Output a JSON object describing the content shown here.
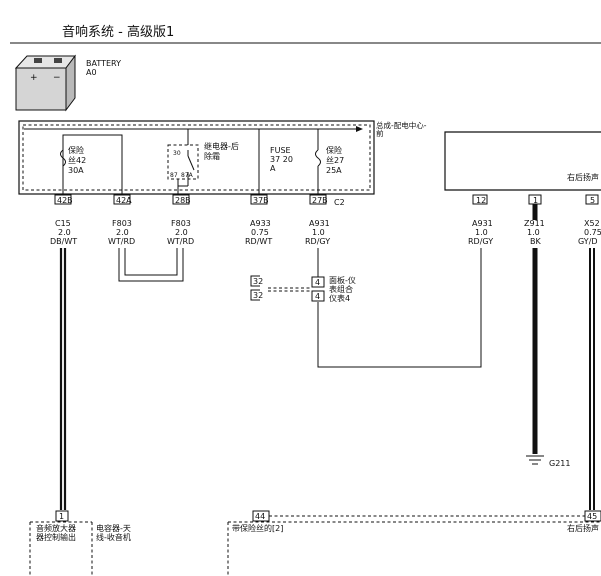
{
  "title": "音响系统 - 高级版1",
  "battery": {
    "name": "BATTERY",
    "code": "A0"
  },
  "distribution_center": {
    "label_line1": "总成-配电中心-",
    "label_line2": "前",
    "connector": "C2"
  },
  "components": {
    "fuse42": {
      "line1": "保险",
      "line2": "丝42",
      "line3": "30A"
    },
    "relay": {
      "line1": "继电器-后",
      "line2": "除霜",
      "pin30": "30",
      "pin87": "87",
      "pin87a": "87A"
    },
    "fuse3720": {
      "line1": "FUSE",
      "line2": "37 20",
      "line3": "A"
    },
    "fuse27": {
      "line1": "保险",
      "line2": "丝27",
      "line3": "25A"
    }
  },
  "rear_module": {
    "label": "右后扬声"
  },
  "pins": {
    "p42b": "42B",
    "p42a": "42A",
    "p28b": "28B",
    "p37b": "37B",
    "p27b": "27B",
    "p12": "12",
    "p1": "1",
    "p5": "5",
    "p32a": "32",
    "p32b": "32",
    "p4a": "4",
    "p4b": "4",
    "p1bot": "1",
    "p44": "44",
    "p45": "45"
  },
  "wires": {
    "c15": {
      "id": "C15",
      "gauge": "2.0",
      "color": "DB/WT"
    },
    "f803a": {
      "id": "F803",
      "gauge": "2.0",
      "color": "WT/RD"
    },
    "f803b": {
      "id": "F803",
      "gauge": "2.0",
      "color": "WT/RD"
    },
    "a933": {
      "id": "A933",
      "gauge": "0.75",
      "color": "RD/WT"
    },
    "a931a": {
      "id": "A931",
      "gauge": "1.0",
      "color": "RD/GY"
    },
    "a931b": {
      "id": "A931",
      "gauge": "1.0",
      "color": "RD/GY"
    },
    "z911": {
      "id": "Z911",
      "gauge": "1.0",
      "color": "BK"
    },
    "x52": {
      "id": "X52",
      "gauge": "0.75",
      "color": "GY/D"
    }
  },
  "cluster": {
    "line1": "面板-仪",
    "line2": "表组合",
    "line3": "仪表4"
  },
  "ground": {
    "label": "G211"
  },
  "bottom": {
    "module1_line1": "音频放大器",
    "module1_line2": "器控制输出",
    "module2_line1": "电容器-天",
    "module2_line2": "线-收音机",
    "speaker_left": "带保险丝的[2]",
    "speaker_right": "右后扬声"
  }
}
